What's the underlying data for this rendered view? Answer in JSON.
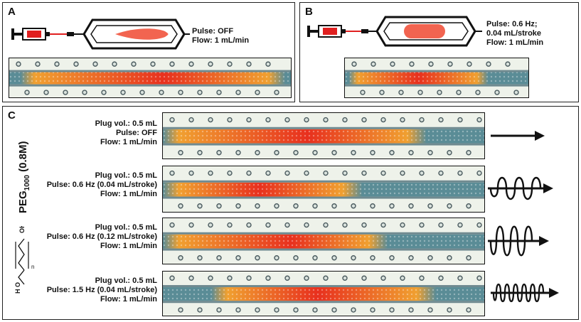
{
  "panels": {
    "a": {
      "letter": "A",
      "params": [
        "Pulse: OFF",
        "Flow: 1 mL/min"
      ]
    },
    "b": {
      "letter": "B",
      "params": [
        "Pulse: 0.6 Hz;",
        "0.04 mL/stroke",
        "Flow: 1 mL/min"
      ]
    },
    "c": {
      "letter": "C",
      "side_label_main": "PEG",
      "side_label_sub": "1000",
      "side_label_suffix": " (0.8M)",
      "rows": [
        {
          "params": [
            "Plug vol.: 0.5 mL",
            "Pulse: OFF",
            "Flow: 1 mL/min"
          ],
          "motion_icon": "straight-arrow-icon"
        },
        {
          "params": [
            "Plug vol.: 0.5 mL",
            "Pulse: 0.6 Hz (0.04 mL/stroke)",
            "Flow: 1 mL/min"
          ],
          "motion_icon": "wide-oscillation-arrow-icon"
        },
        {
          "params": [
            "Plug vol.: 0.5 mL",
            "Pulse: 0.6 Hz (0.12 mL/stroke)",
            "Flow: 1 mL/min"
          ],
          "motion_icon": "tall-oscillation-arrow-icon"
        },
        {
          "params": [
            "Plug vol.: 0.5 mL",
            "Pulse: 1.5 Hz (0.04 mL/stroke)",
            "Flow: 1 mL/min"
          ],
          "motion_icon": "dense-oscillation-arrow-icon"
        }
      ],
      "structure_icon": "peg-chemical-structure-icon"
    }
  },
  "colors": {
    "plug_core": "#e8301e",
    "plug_edge": "#f0a030",
    "tube_empty": "#5a8c96",
    "syringe_red": "#e02020"
  }
}
